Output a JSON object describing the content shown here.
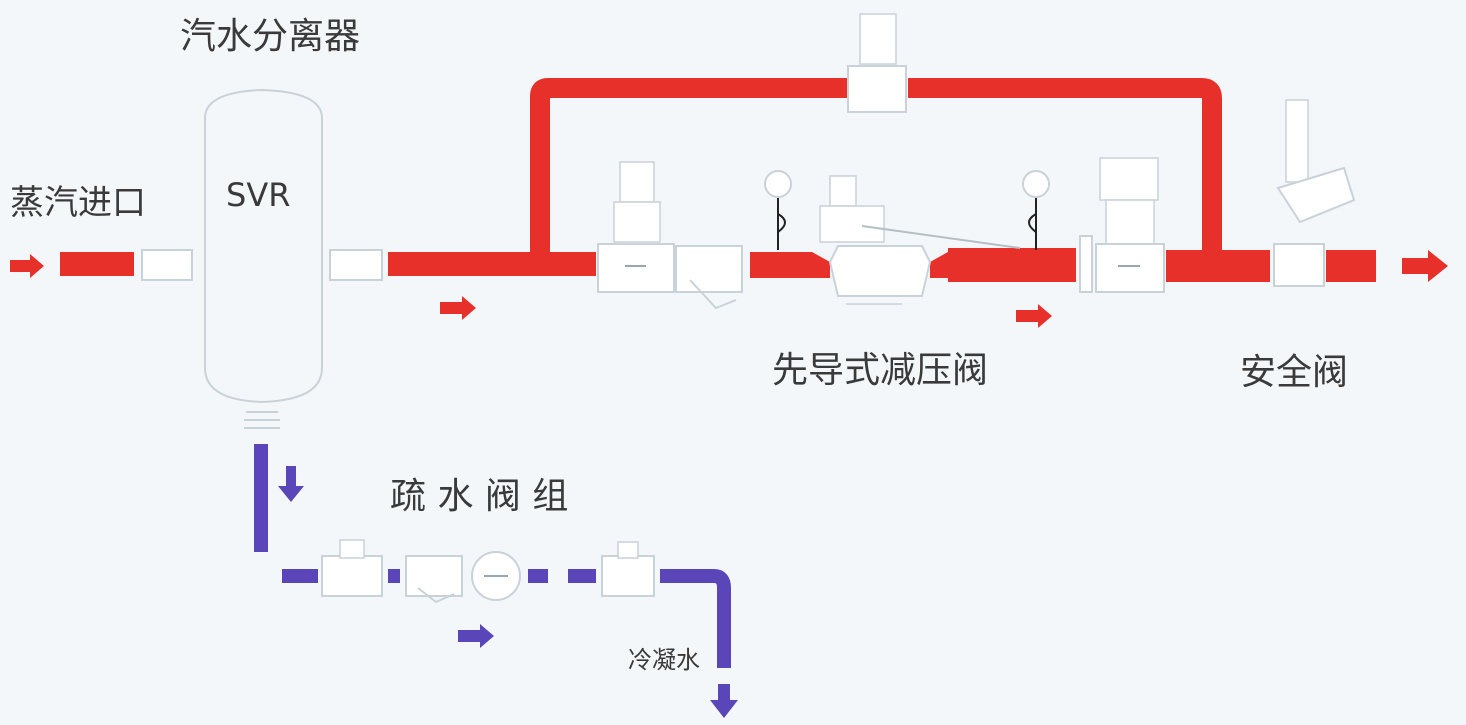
{
  "labels": {
    "separator_title": "汽水分离器",
    "steam_inlet": "蒸汽进口",
    "separator_model": "SVR",
    "prv": "先导式减压阀",
    "safety_valve": "安全阀",
    "trap_group": "疏 水 阀 组",
    "condensate": "冷凝水"
  },
  "colors": {
    "steam": "#e8302a",
    "condensate": "#5a46b8",
    "component_outline": "#c9d2d8",
    "background": "#f3f7fa"
  },
  "icons": [
    "arrow-right-icon",
    "arrow-down-icon",
    "pressure-gauge-icon",
    "globe-valve-icon",
    "strainer-icon",
    "steam-trap-icon",
    "check-valve-icon"
  ]
}
